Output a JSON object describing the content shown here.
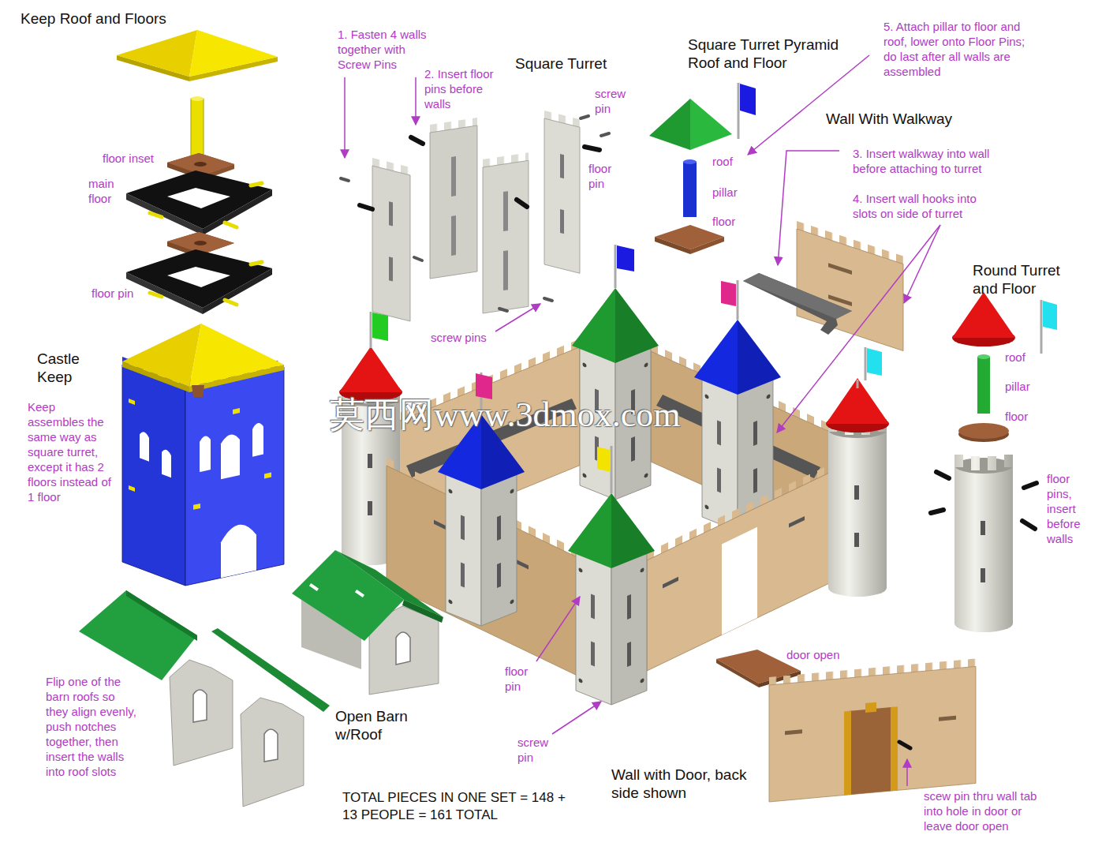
{
  "diagram": {
    "labels": [
      "Keep Roof and Floors",
      "1. Fasten 4 walls together with Screw Pins",
      "2. Insert floor pins before walls",
      "Square Turret",
      "Square Turret Pyramid Roof and Floor",
      "5. Attach pillar to floor and roof, lower onto Floor Pins; do last after all walls are assembled",
      "screw pin",
      "floor pin",
      "roof",
      "pillar",
      "floor",
      "Wall With Walkway",
      "3. Insert walkway into wall before attaching to turret",
      "4. Insert wall hooks into slots on side of turret",
      "floor inset",
      "main floor",
      "floor pin",
      "Round Turret and Floor",
      "roof",
      "pillar",
      "floor",
      "Castle Keep",
      "Keep assembles the same way as square turret, except it has 2 floors instead of 1 floor",
      "screw pins",
      "floor pins, insert before walls",
      "莫西网www.3dmox.com",
      "door open",
      "floor pin",
      "Flip one of the barn roofs so they align evenly, push notches together, then insert the walls into roof slots",
      "Open Barn w/Roof",
      "screw pin",
      "Wall with Door, back side shown",
      "TOTAL PIECES IN ONE SET = 148 + 13 PEOPLE = 161 TOTAL",
      "scew pin thru wall tab into hole in door or leave door open"
    ]
  }
}
